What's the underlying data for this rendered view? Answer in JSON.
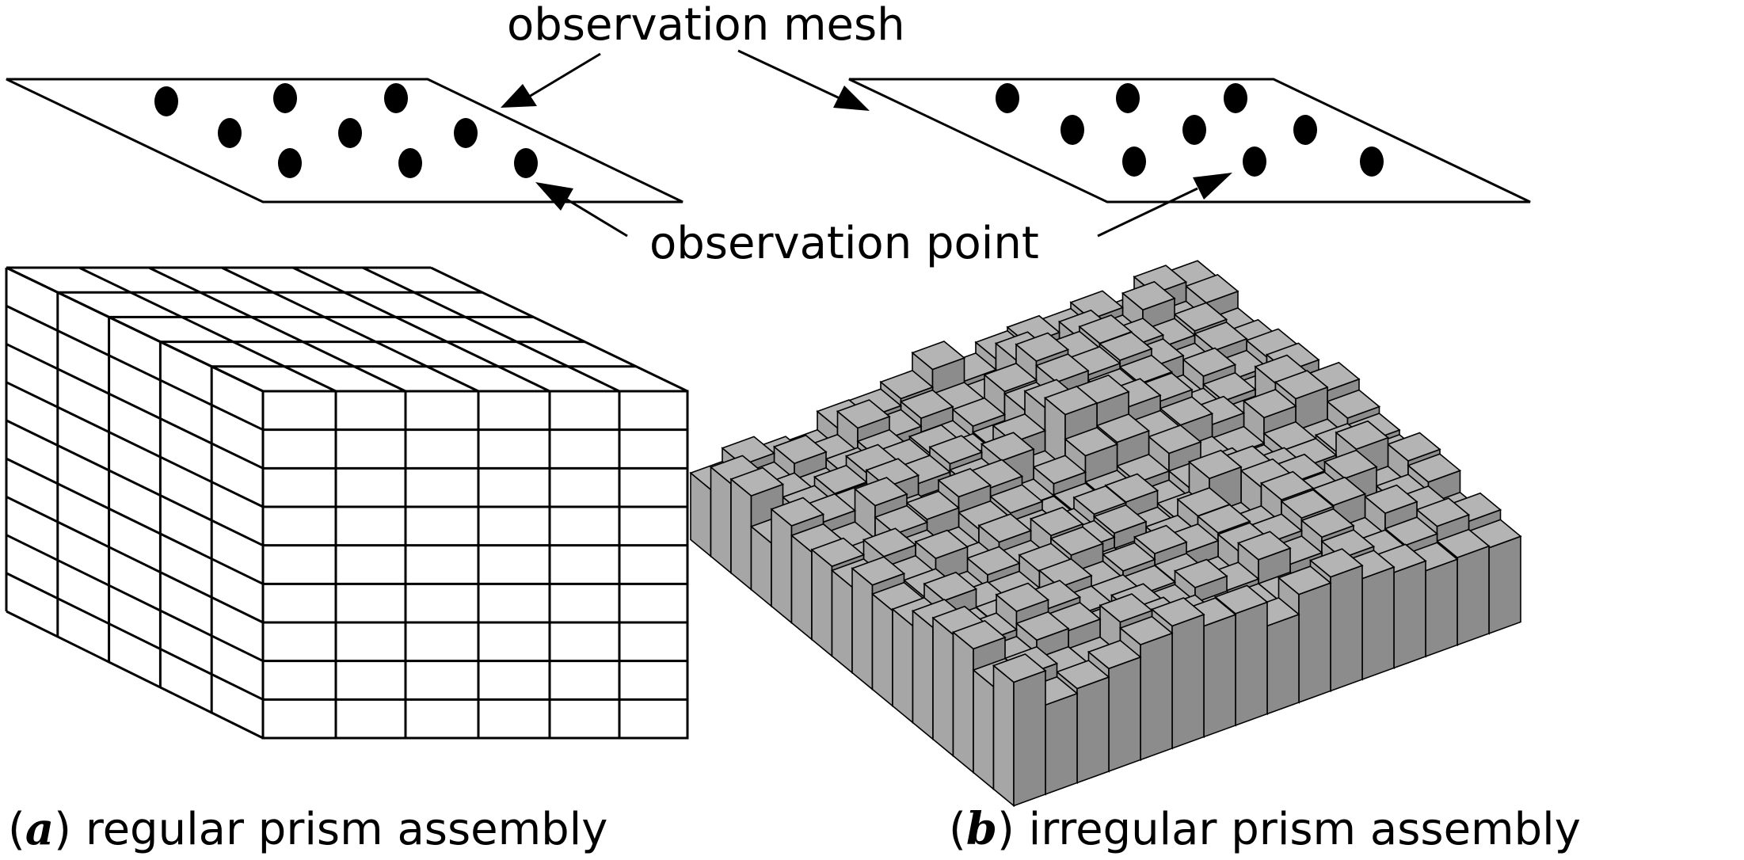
{
  "labels": {
    "observation_mesh": "observation mesh",
    "observation_point": "observation point"
  },
  "captions": {
    "a_letter": "a",
    "a_text": "regular prism assembly",
    "b_letter": "b",
    "b_text": "irregular prism assembly"
  },
  "colors": {
    "ink": "#000000",
    "paper": "#ffffff",
    "prism_gray": "#a6a6a6",
    "prism_top": "#b4b4b4",
    "prism_dark": "#8c8c8c"
  }
}
